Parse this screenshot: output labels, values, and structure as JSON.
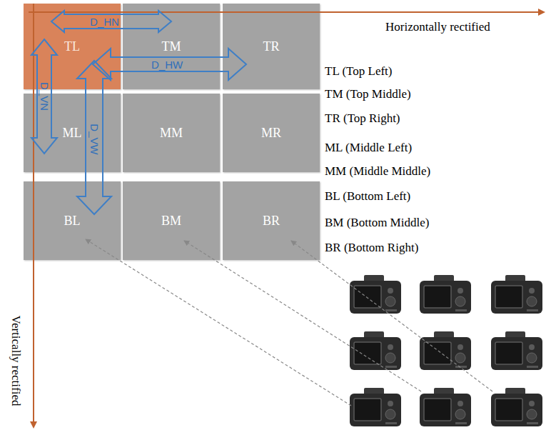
{
  "diagram": {
    "nodes": [
      {
        "text": [
          "TL"
        ]
      },
      {
        "text": [
          "TM"
        ]
      },
      {
        "text": [
          "TR"
        ]
      },
      {
        "text": [
          "ML"
        ]
      },
      {
        "text": [
          "MM"
        ]
      },
      {
        "text": [
          "MR"
        ]
      },
      {
        "text": [
          "BL"
        ]
      },
      {
        "text": [
          "BM"
        ]
      },
      {
        "text": [
          "BR"
        ]
      }
    ],
    "labels": [
      "Horizontally rectified",
      "Vertically rectified",
      "D_HN",
      "D_HW",
      "D_VN",
      "D_VW",
      "TL (Top Left)",
      "TM (Top Middle)",
      "TR (Top Right)",
      "ML (Middle Left)",
      "MM (Middle Middle)",
      "BL (Bottom Left)",
      "BM (Bottom Middle)",
      "BR (Bottom Right)"
    ]
  }
}
